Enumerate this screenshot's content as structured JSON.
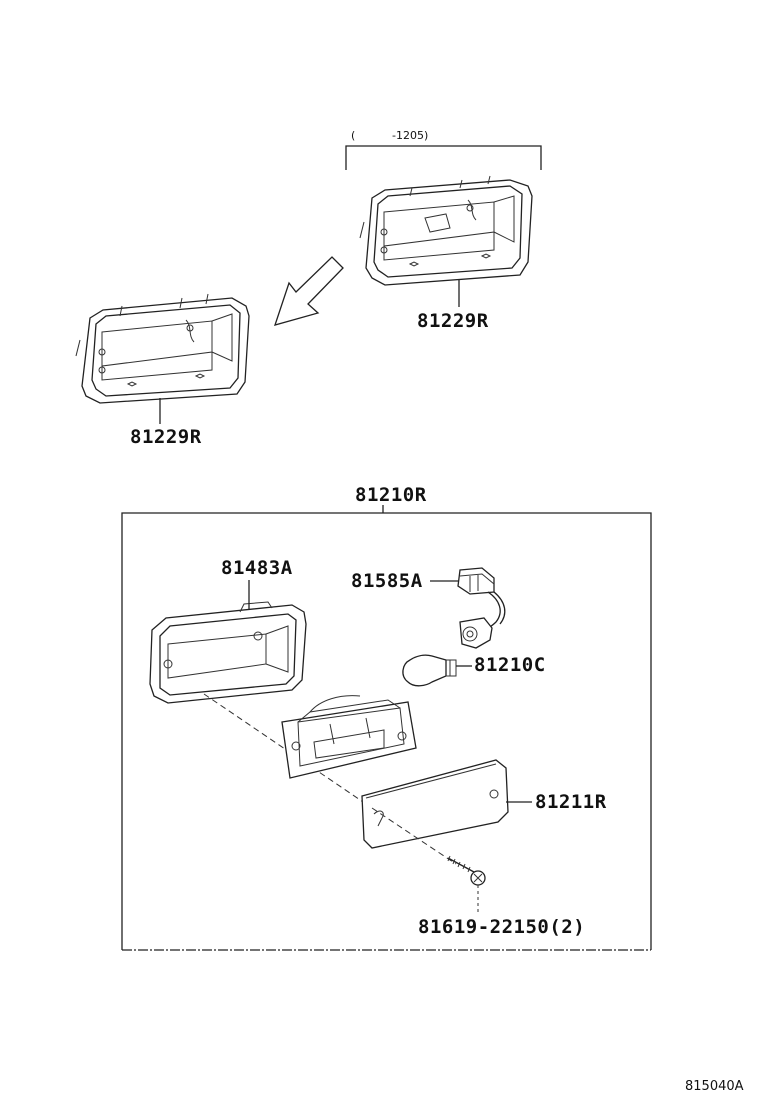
{
  "date_range": {
    "open": "(",
    "end": "-1205)"
  },
  "parts": {
    "upper_bezel": "81229R",
    "lower_bezel": "81229R",
    "assembly": "81210R",
    "housing": "81483A",
    "socket": "81585A",
    "bulb": "81210C",
    "lens": "81211R",
    "screw": "81619-22150(2)"
  },
  "figure_id": "815040A"
}
